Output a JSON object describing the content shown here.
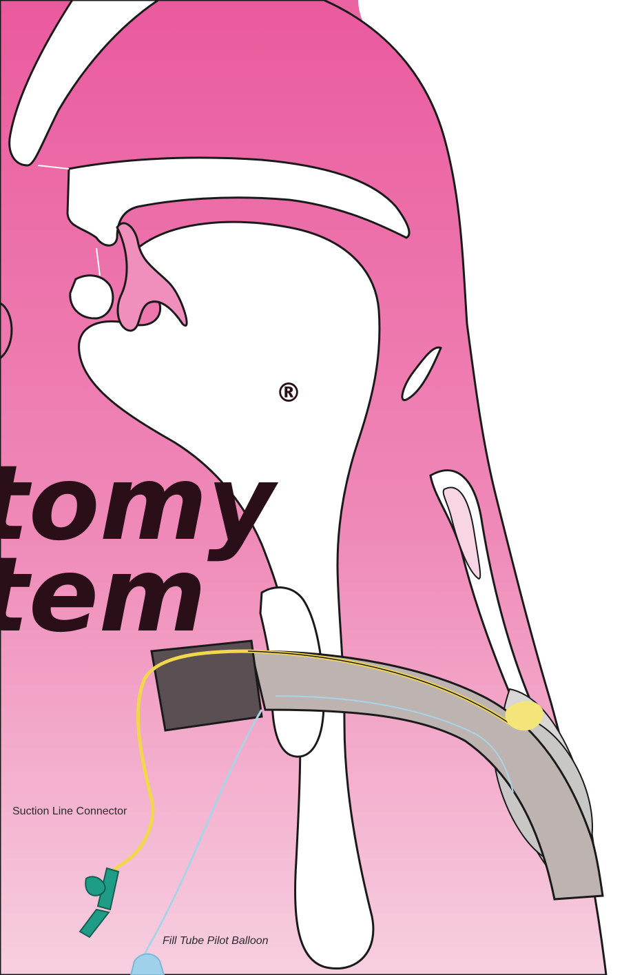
{
  "title": {
    "registered_mark": "®",
    "line1_fragment": "tomy",
    "line2_fragment": "tem"
  },
  "labels": {
    "suction_line_connector": "Suction Line Connector",
    "fill_tube_pilot_balloon": "Fill Tube Pilot Balloon"
  },
  "colors": {
    "tissue_pink_top": "#ea5a9e",
    "tissue_pink_bottom": "#f9dbe8",
    "tube_gray": "#bdb4b2",
    "connector_dark": "#5a4f52",
    "suction_line_yellow": "#f2d64c",
    "pilot_line_blue": "#a9d4e6",
    "connector_green": "#1f9c86",
    "outline": "#1a1a1a"
  }
}
